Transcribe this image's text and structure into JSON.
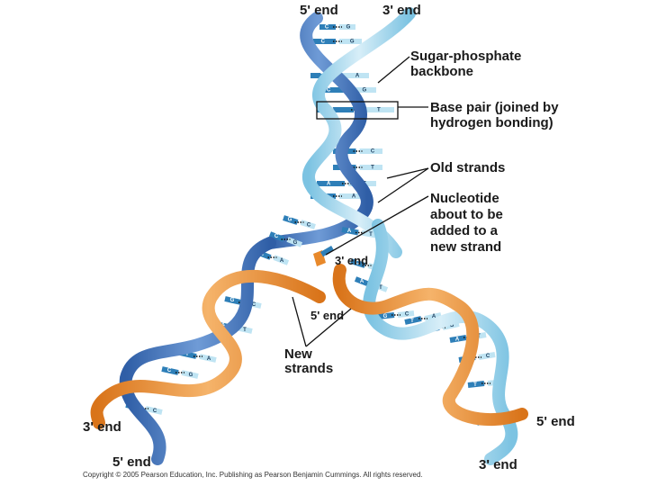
{
  "labels": {
    "top_5_end": "5' end",
    "top_3_end": "3' end",
    "sugar_phosphate": [
      "Sugar-phosphate",
      "backbone"
    ],
    "base_pair": [
      "Base pair (joined by",
      "hydrogen bonding)"
    ],
    "old_strands": "Old strands",
    "nucleotide": [
      "Nucleotide",
      "about to be",
      "added to a",
      "new strand"
    ],
    "fork_3_end": "3' end",
    "fork_5_end": "5' end",
    "new_strands": [
      "New",
      "strands"
    ],
    "left_3_end": "3' end",
    "left_5_end": "5' end",
    "right_5_end": "5' end",
    "right_3_end": "3' end",
    "copyright": "Copyright © 2005 Pearson Education, Inc. Publishing as Pearson Benjamin Cummings. All rights reserved."
  },
  "colors": {
    "old_dark": "#3f6fb5",
    "old_light": "#9fd3ea",
    "new_orange": "#e8892b",
    "base_dark": "#2e7fb8",
    "base_light": "#bfe4f3",
    "line": "#111111"
  },
  "top_helix_pairs": [
    [
      "C",
      "G"
    ],
    [
      "C",
      "G"
    ],
    [
      "T",
      "A"
    ],
    [
      "C",
      "G"
    ],
    [
      "A",
      "T"
    ],
    [
      "G",
      "C"
    ],
    [
      "A",
      "T"
    ],
    [
      "A",
      "T"
    ],
    [
      "T",
      "A"
    ]
  ],
  "left_helix_pairs": [
    [
      "G",
      "C"
    ],
    [
      "C",
      "G"
    ],
    [
      "T",
      "A"
    ],
    [
      "A",
      "T"
    ],
    [
      "G",
      "C"
    ],
    [
      "A",
      "T"
    ],
    [
      "T",
      "A"
    ],
    [
      "C",
      "G"
    ],
    [
      "A",
      "T"
    ],
    [
      "G",
      "C"
    ]
  ],
  "right_helix_pairs": [
    [
      "A",
      "T"
    ],
    [
      "C",
      "G"
    ],
    [
      "A",
      "T"
    ],
    [
      "G",
      "C"
    ],
    [
      "T",
      "A"
    ],
    [
      "C",
      "G"
    ],
    [
      "A",
      "T"
    ],
    [
      "G",
      "C"
    ],
    [
      "T",
      "A"
    ],
    [
      "C",
      "G"
    ]
  ]
}
